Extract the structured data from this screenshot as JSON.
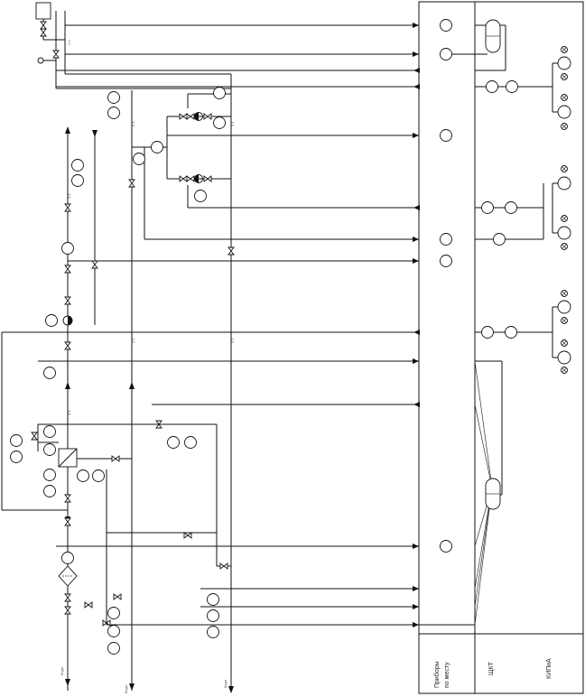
{
  "columns": {
    "local_instruments": "Приборы\nпо месту",
    "control_room": "ЩКТ",
    "automation_panel": "КИПиА"
  },
  "pipe_labels": [
    "1.1",
    "2.1",
    "3.1",
    "1.2",
    "2.2",
    "3.2",
    "4.1"
  ],
  "inlet_labels": [
    "Вода",
    "Вода",
    "Вода"
  ]
}
